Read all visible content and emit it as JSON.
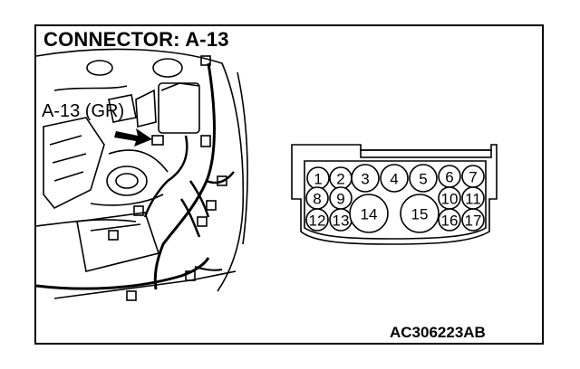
{
  "title": "CONNECTOR: A-13",
  "callout_label": "A-13 (GR)",
  "reference_code": "AC306223AB",
  "pins": [
    {
      "label": "1",
      "size": "small"
    },
    {
      "label": "2",
      "size": "small"
    },
    {
      "label": "3",
      "size": "small"
    },
    {
      "label": "4",
      "size": "small"
    },
    {
      "label": "5",
      "size": "small"
    },
    {
      "label": "6",
      "size": "small"
    },
    {
      "label": "7",
      "size": "small"
    },
    {
      "label": "8",
      "size": "small"
    },
    {
      "label": "9",
      "size": "small"
    },
    {
      "label": "10",
      "size": "small"
    },
    {
      "label": "11",
      "size": "small"
    },
    {
      "label": "12",
      "size": "small"
    },
    {
      "label": "13",
      "size": "small"
    },
    {
      "label": "14",
      "size": "large"
    },
    {
      "label": "15",
      "size": "large"
    },
    {
      "label": "16",
      "size": "small"
    },
    {
      "label": "17",
      "size": "small"
    }
  ]
}
